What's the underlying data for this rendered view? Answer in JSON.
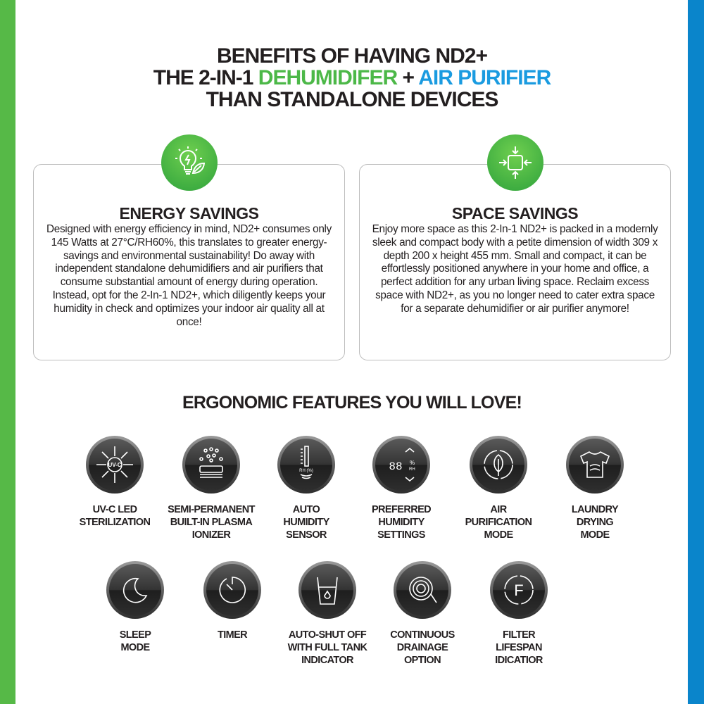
{
  "title": {
    "line1": "BENEFITS OF HAVING ND2+",
    "line2_pre": "THE 2-IN-1 ",
    "line2_green": "DEHUMIDIFER",
    "line2_mid": " + ",
    "line2_blue": "AIR PURIFIER",
    "line3": "THAN STANDALONE DEVICES"
  },
  "cards": [
    {
      "icon": "lightbulb-leaf-icon",
      "title": "ENERGY SAVINGS",
      "body": "Designed with energy efficiency in mind, ND2+ consumes only 145 Watts at 27°C/RH60%, this translates to greater energy-savings and environmental sustainability! Do away with independent standalone dehumidifiers and air purifiers that consume substantial amount of energy during operation. Instead, opt for the 2-In-1 ND2+, which diligently keeps your humidity in check and optimizes your indoor air quality all at once!"
    },
    {
      "icon": "compress-arrows-icon",
      "title": "SPACE SAVINGS",
      "body": "Enjoy more space as this 2-In-1 ND2+ is packed in a modernly sleek and compact body with a petite dimension of width 309 x depth 200 x height 455 mm. Small and compact, it can be effortlessly positioned anywhere in your home and office, a perfect addition for any urban living space. Reclaim excess space with ND2+, as you no longer need to cater extra space for a separate dehumidifier or air purifier anymore!"
    }
  ],
  "features_title": "ERGONOMIC FEATURES YOU WILL LOVE!",
  "features": [
    {
      "icon": "uv-c-icon",
      "icon_text": "UV-C",
      "lines": [
        "UV-C LED",
        "STERILIZATION"
      ]
    },
    {
      "icon": "plasma-ionizer-icon",
      "lines": [
        "SEMI-PERMANENT",
        "BUILT-IN PLASMA",
        "IONIZER"
      ]
    },
    {
      "icon": "humidity-sensor-icon",
      "icon_text": "RH (%)",
      "lines": [
        "AUTO",
        "HUMIDITY",
        "SENSOR"
      ]
    },
    {
      "icon": "humidity-display-icon",
      "icon_text": "88",
      "lines": [
        "PREFERRED",
        "HUMIDITY",
        "SETTINGS"
      ]
    },
    {
      "icon": "leaf-cycle-icon",
      "lines": [
        "AIR",
        "PURIFICATION",
        "MODE"
      ]
    },
    {
      "icon": "tshirt-icon",
      "lines": [
        "LAUNDRY",
        "DRYING",
        "MODE"
      ]
    },
    {
      "icon": "moon-icon",
      "lines": [
        "SLEEP",
        "MODE"
      ]
    },
    {
      "icon": "timer-icon",
      "lines": [
        "TIMER"
      ]
    },
    {
      "icon": "water-tank-icon",
      "lines": [
        "AUTO-SHUT OFF",
        "WITH FULL TANK",
        "INDICATOR"
      ]
    },
    {
      "icon": "drain-hose-icon",
      "lines": [
        "CONTINUOUS",
        "DRAINAGE",
        "OPTION"
      ]
    },
    {
      "icon": "filter-icon",
      "icon_text": "F",
      "lines": [
        "FILTER",
        "LIFESPAN",
        "IDICATIOR"
      ]
    }
  ],
  "colors": {
    "green": "#56b947",
    "blue": "#0a85cb"
  }
}
